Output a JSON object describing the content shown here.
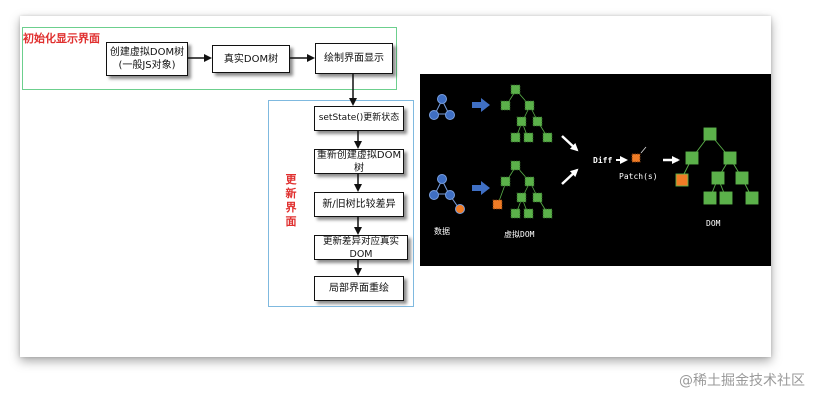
{
  "initial": {
    "label": "初始化显示界面",
    "box_create_line1": "创建虚拟DOM树",
    "box_create_line2": "(一般JS对象)",
    "box_real": "真实DOM树",
    "box_draw": "绘制界面显示"
  },
  "update": {
    "label_chars": [
      "更",
      "新",
      "界",
      "面"
    ],
    "steps": [
      "setState()更新状态",
      "重新创建虚拟DOM树",
      "新/旧树比较差异",
      "更新差异对应真实DOM",
      "局部界面重绘"
    ]
  },
  "figure": {
    "label_data": "数据",
    "label_vdom": "虚拟DOM",
    "label_diff": "Diff",
    "label_patch": "Patch(s)",
    "label_dom": "DOM",
    "colors": {
      "blue": "#3f6fc3",
      "green": "#5bb14a",
      "orange": "#f07c26",
      "bg": "#000000"
    }
  },
  "watermark": "@稀土掘金技术社区"
}
